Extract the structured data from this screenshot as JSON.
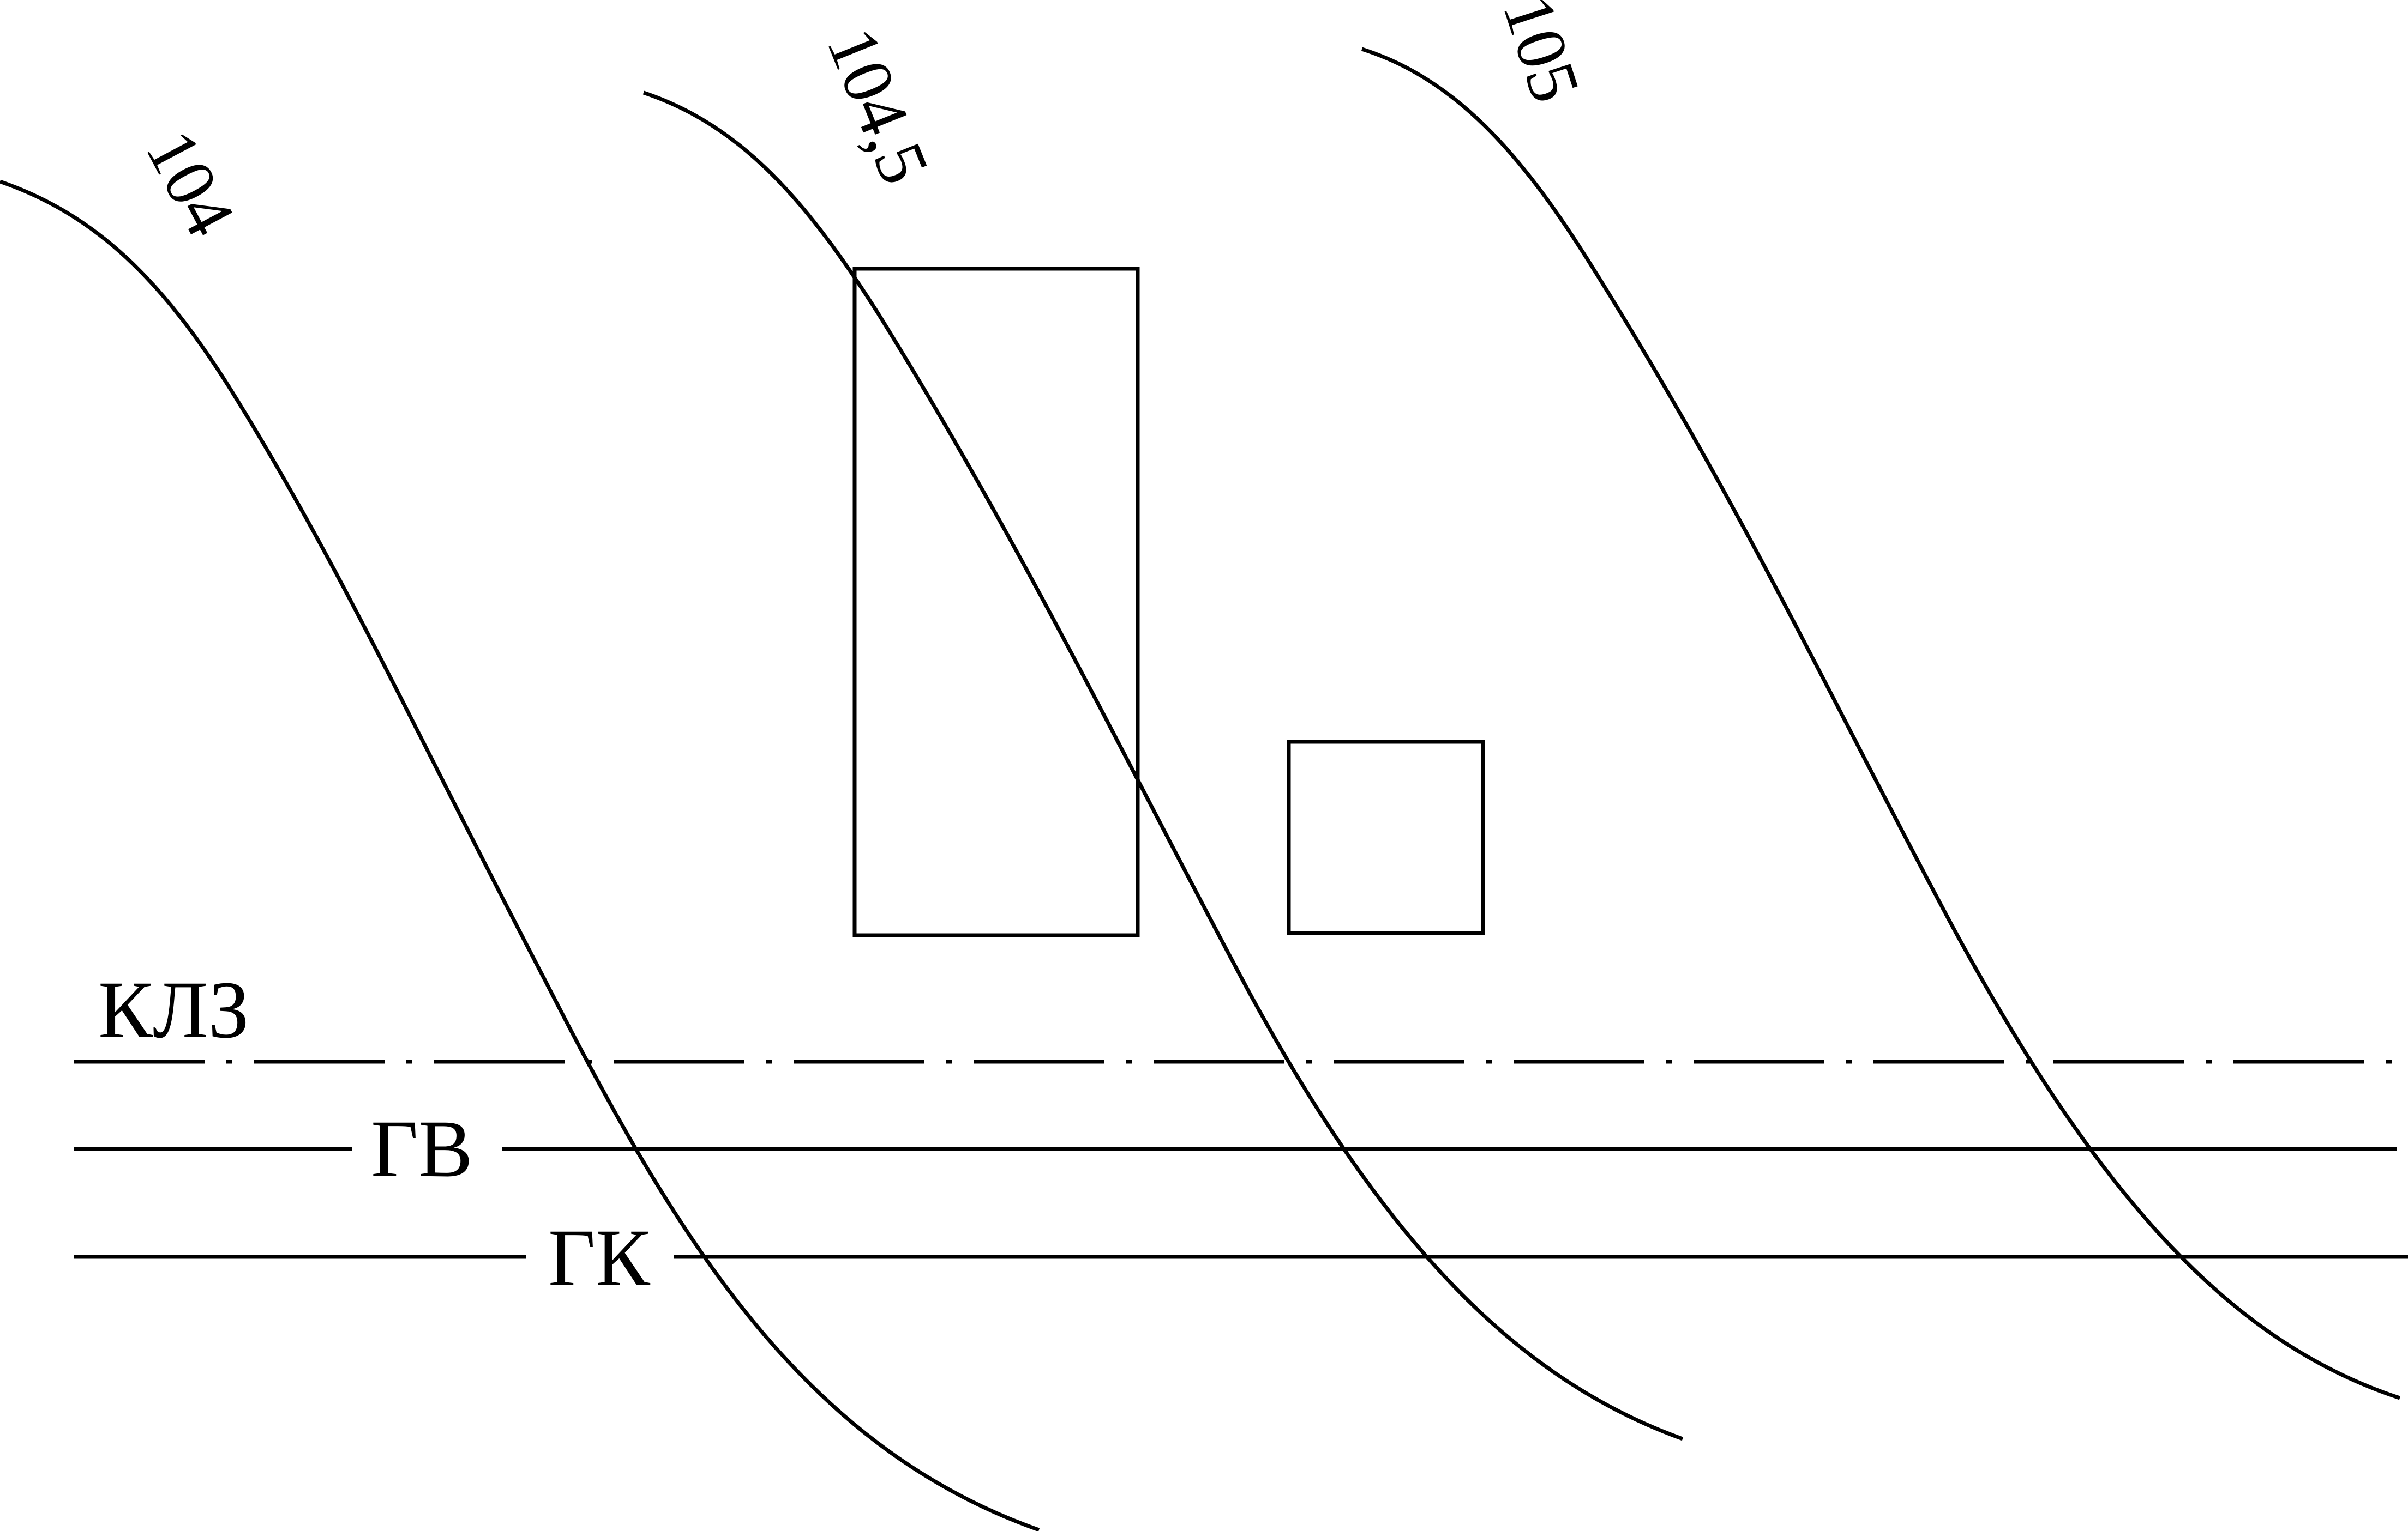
{
  "contours": {
    "c104": {
      "label": "104"
    },
    "c1045": {
      "label": "104,5"
    },
    "c105": {
      "label": "105"
    }
  },
  "lines": {
    "klz": {
      "label": "КЛЗ"
    },
    "gv": {
      "label": "ГВ"
    },
    "gk": {
      "label": "ГК"
    }
  },
  "colors": {
    "stroke": "#000000",
    "background": "#ffffff"
  }
}
